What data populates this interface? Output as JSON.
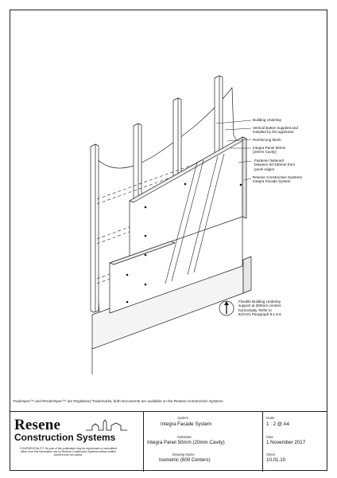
{
  "callouts": [
    {
      "id": "building-underlay",
      "lines": [
        "Building Underlay"
      ]
    },
    {
      "id": "vertical-batten",
      "lines": [
        "Vertical Batten supplied and",
        "installed by the applicator"
      ]
    },
    {
      "id": "reinforcing-mesh",
      "lines": [
        "Reinforcing Mesh"
      ]
    },
    {
      "id": "integra-panel",
      "lines": [
        "Integra Panel 50mm",
        "(20mm Cavity)"
      ]
    },
    {
      "id": "fastener",
      "lines": [
        "Fastener fastened",
        "between 50-150mm from",
        "panel edges"
      ]
    },
    {
      "id": "resene-system",
      "lines": [
        "Resene Construction Systems",
        "Integra Facade System"
      ]
    },
    {
      "id": "flexible-underlay",
      "lines": [
        "Flexible Building Underlay",
        "support at 300mm centres",
        "horizontally.  Refer to",
        "E2/AS1 Paragraph 9.1.6.5"
      ]
    }
  ],
  "trademark_note": "TradeSpec™ and RenderSpec™ are Registered Trademarks, both Documents are available on the Resene Construction Systems",
  "logo": {
    "word": "Resene",
    "subtitle": "Construction Systems",
    "confidentiality": "CONFIDENTIALITY: No part of this publication may be reproduced or transmitted either from this information use by Resene Construction Systems without written consent from the author."
  },
  "titleblock": {
    "system_label": "System",
    "system_value": "Integra Facade System",
    "substrate_label": "Substrate",
    "substrate_value": "Integra Panel 50mm (20mm Cavity)",
    "drawing_name_label": "Drawing Name",
    "drawing_name_value": "Isometric (600 Centers)",
    "scale_label": "Scale",
    "scale_value": "1 : 2 @ A4",
    "date_label": "Date",
    "date_value": "1 November 2017",
    "sheet_label": "Sheet",
    "sheet_value": "10.01.10"
  }
}
